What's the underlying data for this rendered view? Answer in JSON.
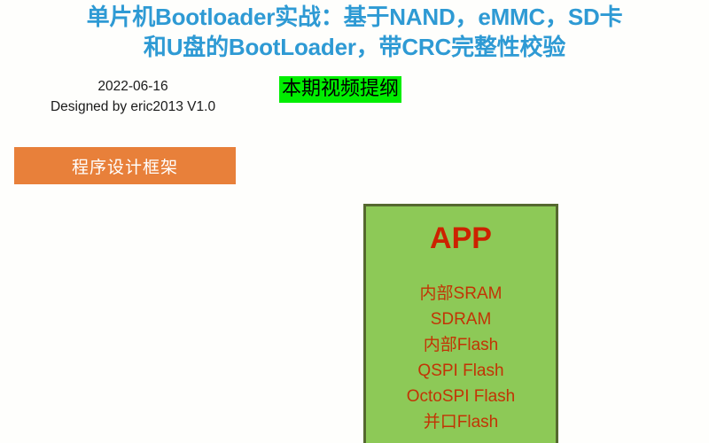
{
  "slide": {
    "background_color": "#FEFEFC",
    "title": {
      "color": "#2E9AD4",
      "line1": "单片机Bootloader实战：基于NAND，eMMC，SD卡",
      "line2": "和U盘的BootLoader，带CRC完整性校验"
    },
    "meta": {
      "date": "2022-06-16",
      "author": "Designed by eric2013 V1.0"
    },
    "outline_highlight": {
      "text": "本期视频提纲",
      "background_color": "#00EE00",
      "text_color": "#000000"
    },
    "section_box": {
      "label": "程序设计框架",
      "background_color": "#E8803A",
      "text_color": "#FFFFFF"
    },
    "app_box": {
      "title": "APP",
      "title_color": "#CC2200",
      "fill_color": "#8DC957",
      "border_color": "#55682F",
      "item_color": "#C23405",
      "items": [
        "内部SRAM",
        "SDRAM",
        "内部Flash",
        "QSPI Flash",
        "OctoSPI Flash",
        "并口Flash"
      ]
    }
  }
}
